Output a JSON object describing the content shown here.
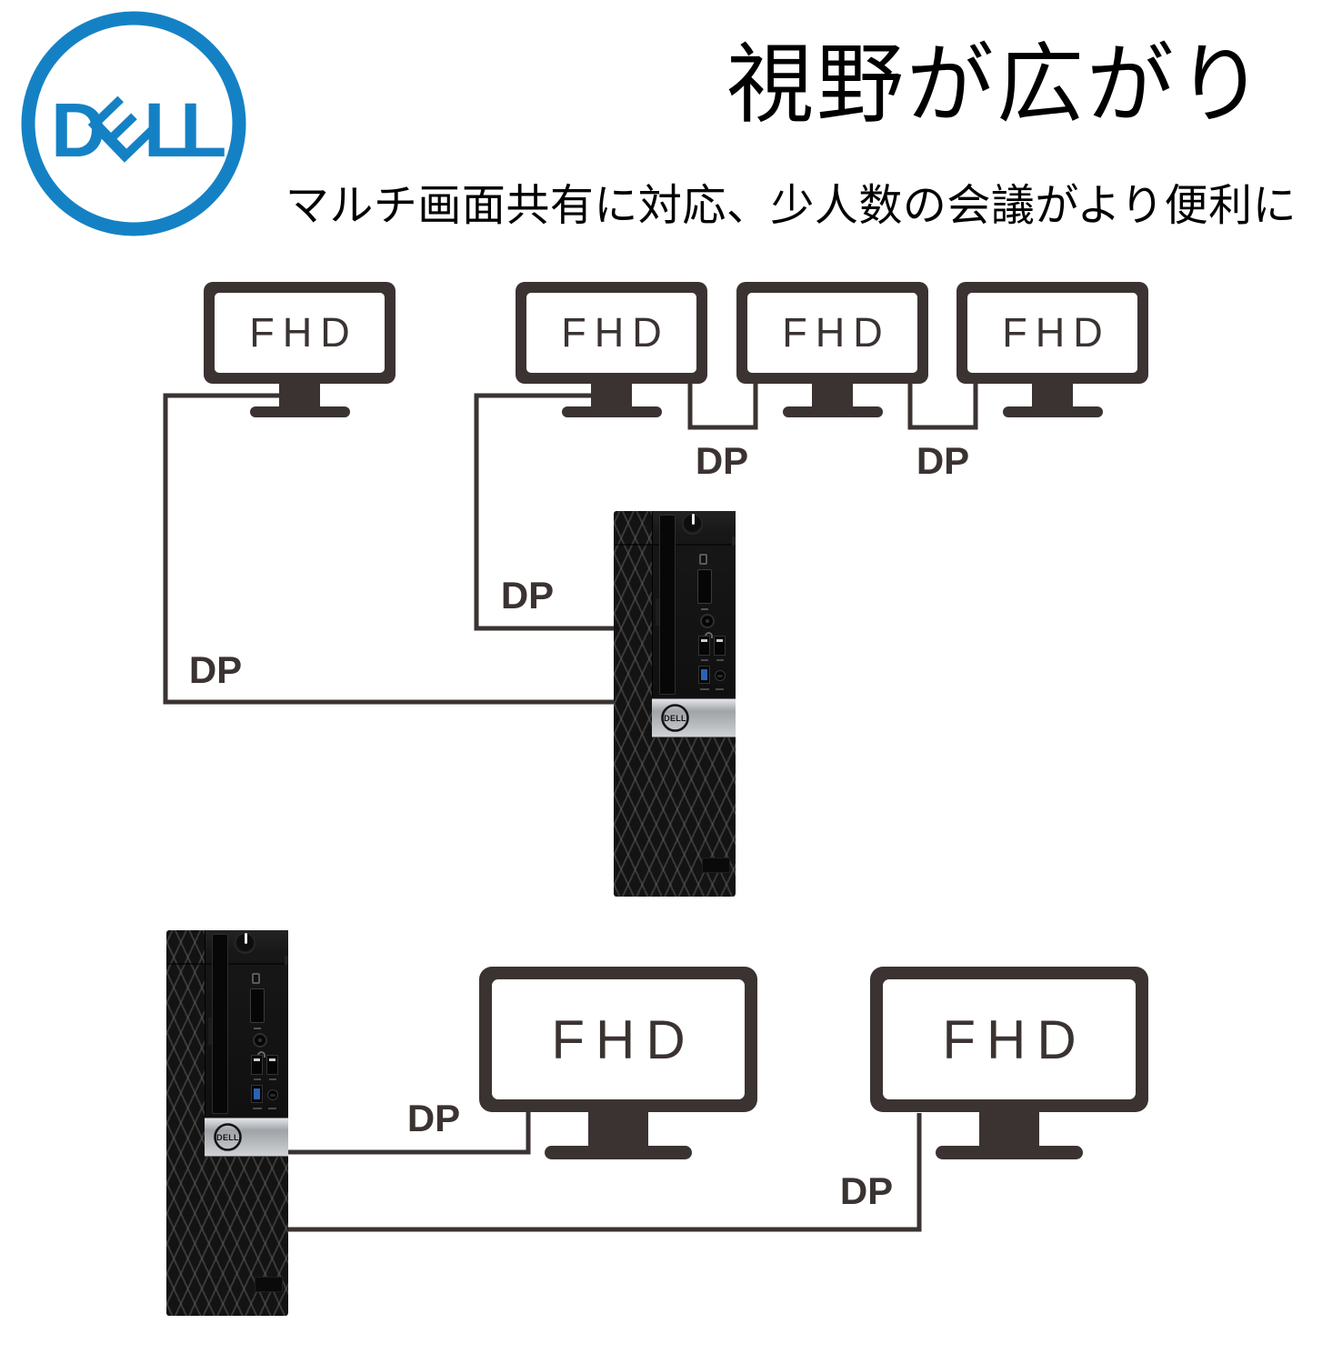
{
  "header": {
    "brand": {
      "name": "DELL",
      "letters": [
        "D",
        "E",
        "L",
        "L"
      ]
    },
    "title": "視野が広がり",
    "subtitle": "マルチ画面共有に対応、少人数の会議がより便利に"
  },
  "top_diagram": {
    "monitors": [
      {
        "label": "FHD"
      },
      {
        "label": "FHD"
      },
      {
        "label": "FHD"
      },
      {
        "label": "FHD"
      }
    ],
    "dp_labels": [
      {
        "text": "DP"
      },
      {
        "text": "DP"
      },
      {
        "text": "DP"
      },
      {
        "text": "DP"
      }
    ]
  },
  "bottom_diagram": {
    "monitors": [
      {
        "label": "FHD"
      },
      {
        "label": "FHD"
      }
    ],
    "dp_labels": [
      {
        "text": "DP"
      },
      {
        "text": "DP"
      }
    ]
  },
  "computers": {
    "brand": "DELL"
  },
  "colors": {
    "dell_blue": "#1581c5",
    "diagram_ink": "#3a3332",
    "silver_band": "#b7b9bc",
    "usb3_blue": "#2b62b5",
    "background": "#ffffff"
  }
}
